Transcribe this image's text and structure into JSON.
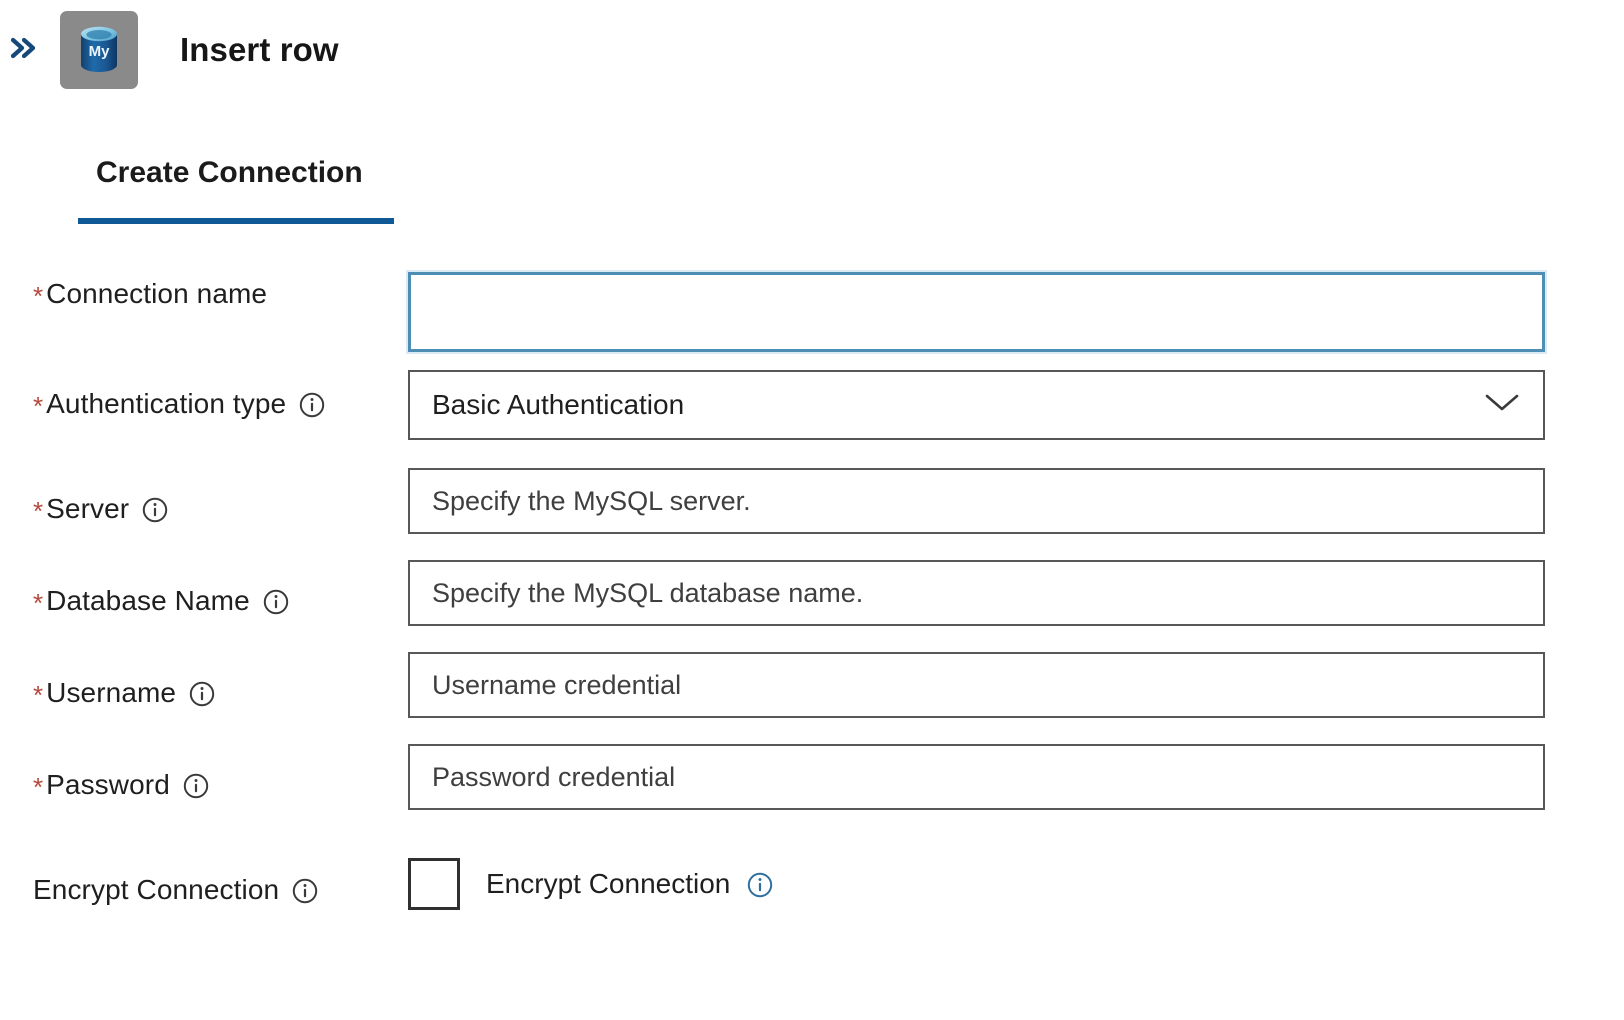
{
  "header": {
    "collapse_icon": "chevron-double-right-icon",
    "app_icon": "mysql-database-icon",
    "app_icon_text": "My",
    "title": "Insert row"
  },
  "tabs": [
    {
      "label": "Create Connection",
      "selected": true
    }
  ],
  "form": {
    "fields": [
      {
        "key": "connection_name",
        "label": "Connection name",
        "required": true,
        "info_icon": false,
        "control": "text",
        "value": "",
        "placeholder": "",
        "focused": true
      },
      {
        "key": "authentication_type",
        "label": "Authentication type",
        "required": true,
        "info_icon": true,
        "control": "select",
        "value": "Basic Authentication",
        "options": [
          "Basic Authentication"
        ],
        "chevron_icon": "chevron-down-icon"
      },
      {
        "key": "server",
        "label": "Server",
        "required": true,
        "info_icon": true,
        "control": "text",
        "value": "",
        "placeholder": "Specify the MySQL server."
      },
      {
        "key": "database_name",
        "label": "Database Name",
        "required": true,
        "info_icon": true,
        "control": "text",
        "value": "",
        "placeholder": "Specify the MySQL database name."
      },
      {
        "key": "username",
        "label": "Username",
        "required": true,
        "info_icon": true,
        "control": "text",
        "value": "",
        "placeholder": "Username credential"
      },
      {
        "key": "password",
        "label": "Password",
        "required": true,
        "info_icon": true,
        "control": "password",
        "value": "",
        "placeholder": "Password credential"
      },
      {
        "key": "encrypt_connection",
        "label": "Encrypt Connection",
        "required": false,
        "info_icon": true,
        "control": "checkbox",
        "checkbox_label": "Encrypt Connection",
        "checked": false
      }
    ],
    "required_marker": "*",
    "info_icon_name": "info-icon"
  },
  "colors": {
    "accent": "#0f5a96",
    "required_asterisk": "#b5483c",
    "focus_border": "#4e8eb4",
    "field_border": "#585858",
    "icon_tile_bg": "#8a8a8a",
    "mysql_blue": "#1d5e96"
  }
}
